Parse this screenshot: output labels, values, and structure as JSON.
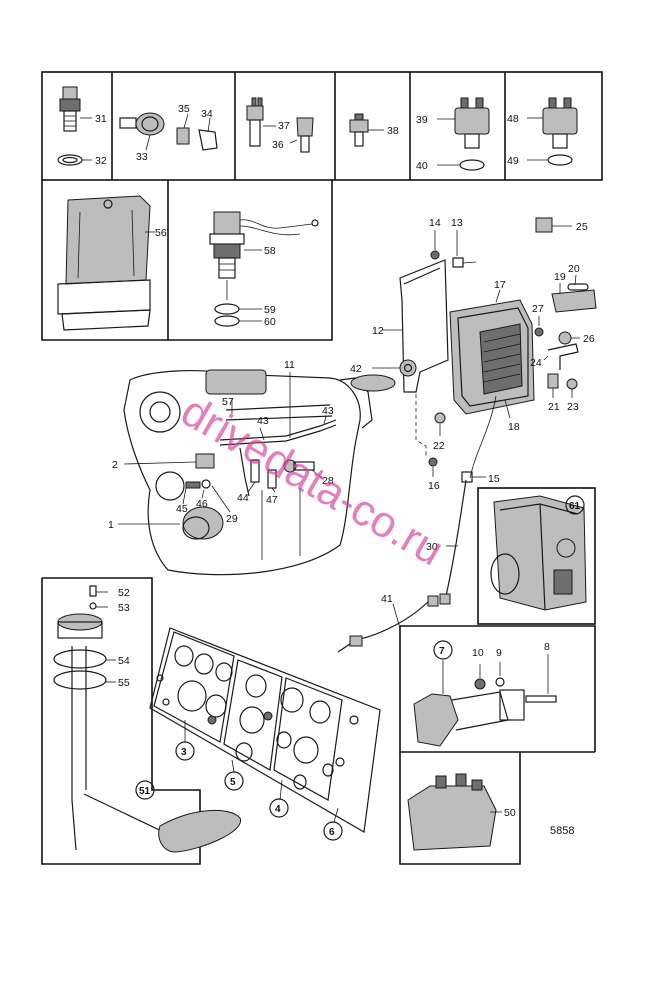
{
  "labels": {
    "p31": "31",
    "p32": "32",
    "p33": "33",
    "p34": "34",
    "p35": "35",
    "p36": "36",
    "p37": "37",
    "p38": "38",
    "p39": "39",
    "p40": "40",
    "p48": "48",
    "p49": "49",
    "p56": "56",
    "p58": "58",
    "p59": "59",
    "p60": "60",
    "p14": "14",
    "p13": "13",
    "p25": "25",
    "p20": "20",
    "p19": "19",
    "p17": "17",
    "p12": "12",
    "p27": "27",
    "p26": "26",
    "p11": "11",
    "p42": "42",
    "p24": "24",
    "p57": "57",
    "p43a": "43",
    "p43b": "43",
    "p21": "21",
    "p23": "23",
    "p18": "18",
    "p22": "22",
    "p2": "2",
    "p28": "28",
    "p15": "15",
    "p16": "16",
    "p44": "44",
    "p47": "47",
    "p46": "46",
    "p45": "45",
    "p29": "29",
    "p1": "1",
    "p61": "61",
    "p30": "30",
    "p52": "52",
    "p53": "53",
    "p41": "41",
    "p54": "54",
    "p55": "55",
    "p7": "7",
    "p10": "10",
    "p9": "9",
    "p8": "8",
    "p3": "3",
    "p5": "5",
    "p4": "4",
    "p51": "51",
    "p6": "6",
    "p50": "50"
  },
  "figure_number": "5858",
  "watermark": "drivedata-co.ru"
}
